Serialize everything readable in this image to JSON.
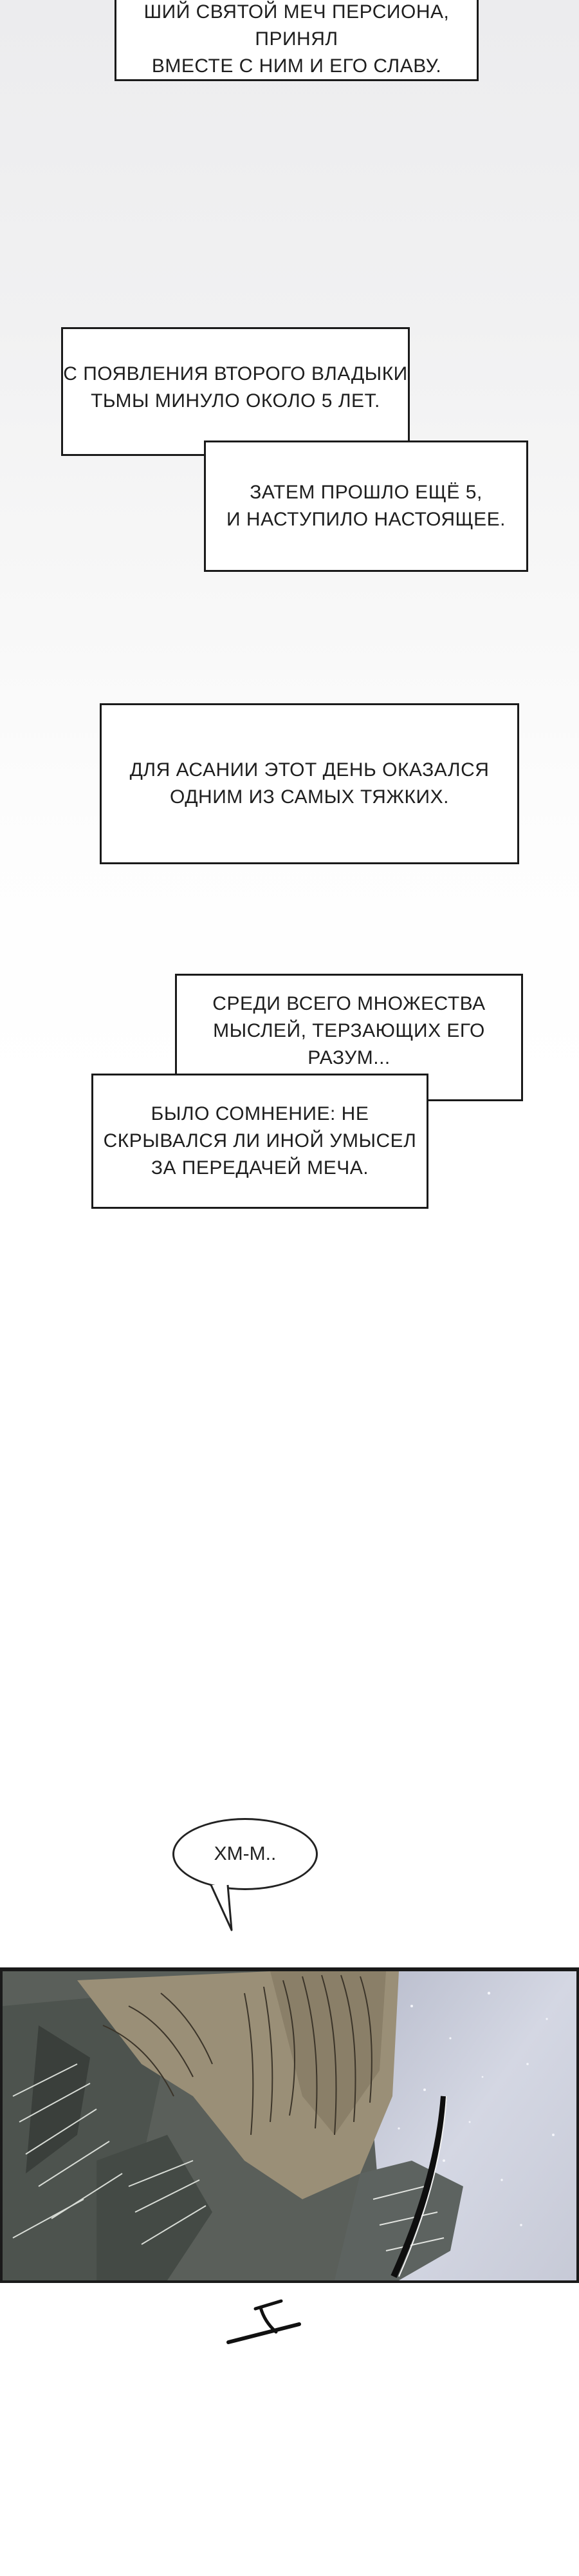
{
  "captions": {
    "top": [
      "ШИЙ СВЯТОЙ МЕЧ ПЕРСИОНА, ПРИНЯЛ",
      "ВМЕСТЕ С НИМ И ЕГО СЛАВУ."
    ],
    "second_lord": [
      "С ПОЯВЛЕНИЯ ВТОРОГО ВЛАДЫКИ",
      "ТЬМЫ МИНУЛО ОКОЛО 5 ЛЕТ."
    ],
    "five_more": [
      "ЗАТЕМ ПРОШЛО ЕЩЁ 5,",
      "И НАСТУПИЛО НАСТОЯЩЕЕ."
    ],
    "hard_day": [
      "ДЛЯ АСАНИИ ЭТОТ ДЕНЬ ОКАЗАЛСЯ",
      "ОДНИМ ИЗ САМЫХ ТЯЖКИХ."
    ],
    "thoughts": [
      "СРЕДИ ВСЕГО МНОЖЕСТВА",
      "МЫСЛЕЙ, ТЕРЗАЮЩИХ ЕГО",
      "РАЗУМ..."
    ],
    "doubt": [
      "БЫЛО СОМНЕНИЕ: НЕ",
      "СКРЫВАЛСЯ ЛИ ИНОЙ УМЫСЕЛ",
      "ЗА ПЕРЕДАЧЕЙ МЕЧА."
    ]
  },
  "speech_bubble": {
    "text": "ХМ-М.."
  },
  "colors": {
    "panel_left": "#5e635e",
    "sky_right": "#cfd2df",
    "figure": "#9a8f77",
    "ink": "#1a1a1a"
  }
}
